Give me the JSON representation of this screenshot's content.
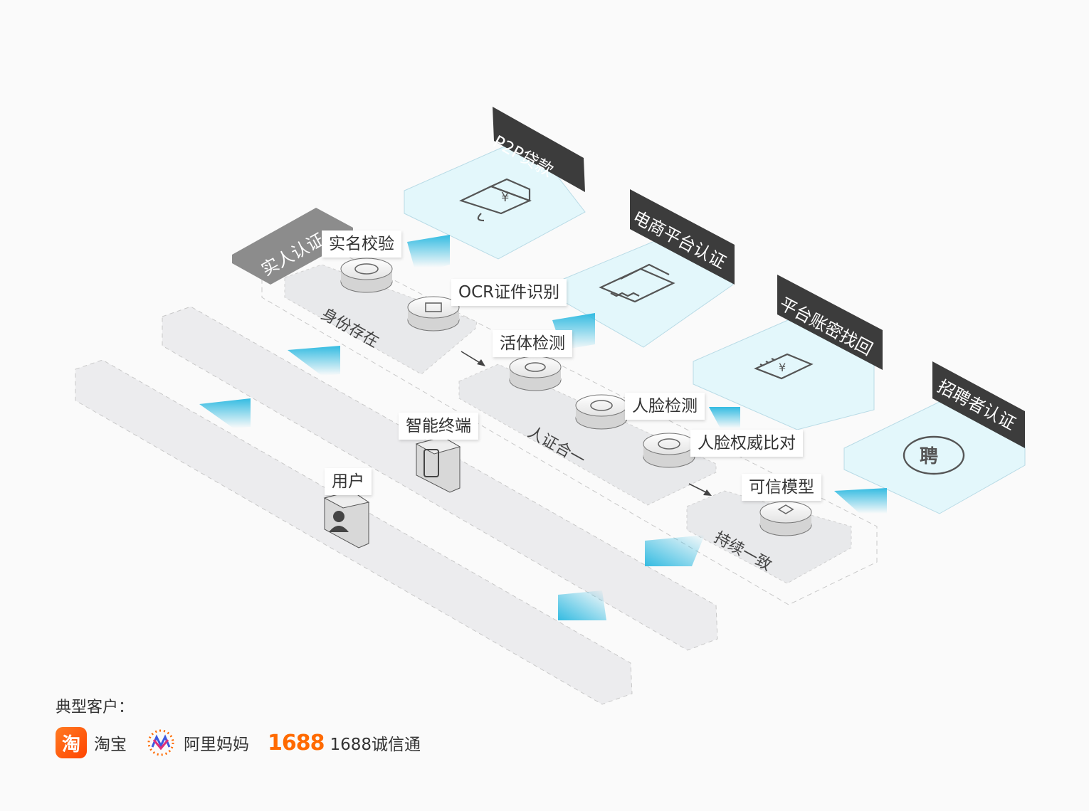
{
  "zones": {
    "identity_exists": "身份存在",
    "person_id_match": "人证合一",
    "continuous_consistency": "持续一致"
  },
  "tags": {
    "real_person_auth": "实人认证",
    "p2p_loan": "P2P贷款",
    "ecommerce_auth": "电商平台认证",
    "account_recovery": "平台账密找回",
    "recruiter_auth": "招聘者认证"
  },
  "labels": {
    "realname_check": "实名校验",
    "ocr": "OCR证件识别",
    "liveness": "活体检测",
    "face_detect": "人脸检测",
    "face_compare": "人脸权威比对",
    "trust_model": "可信模型",
    "smart_terminal": "智能终端",
    "user": "用户"
  },
  "icons": {
    "p2p": "money-bag-icon",
    "ecommerce": "storefront-icon",
    "recovery": "notebook-icon",
    "recruit": "recruit-seal-icon"
  },
  "colors": {
    "tile_top": "#e3f7fb",
    "tile_edge": "#b9dbe6",
    "dark_tag": "#3c3c3c",
    "gray_tag": "#8c8c8c",
    "zone_fill": "#ececee",
    "arrow": "#29b8e0"
  },
  "customers": {
    "title": "典型客户：",
    "items": [
      {
        "name": "淘宝",
        "logo_text": "淘"
      },
      {
        "name": "阿里妈妈"
      },
      {
        "name": "1688诚信通",
        "logo_text": "1688"
      }
    ]
  }
}
